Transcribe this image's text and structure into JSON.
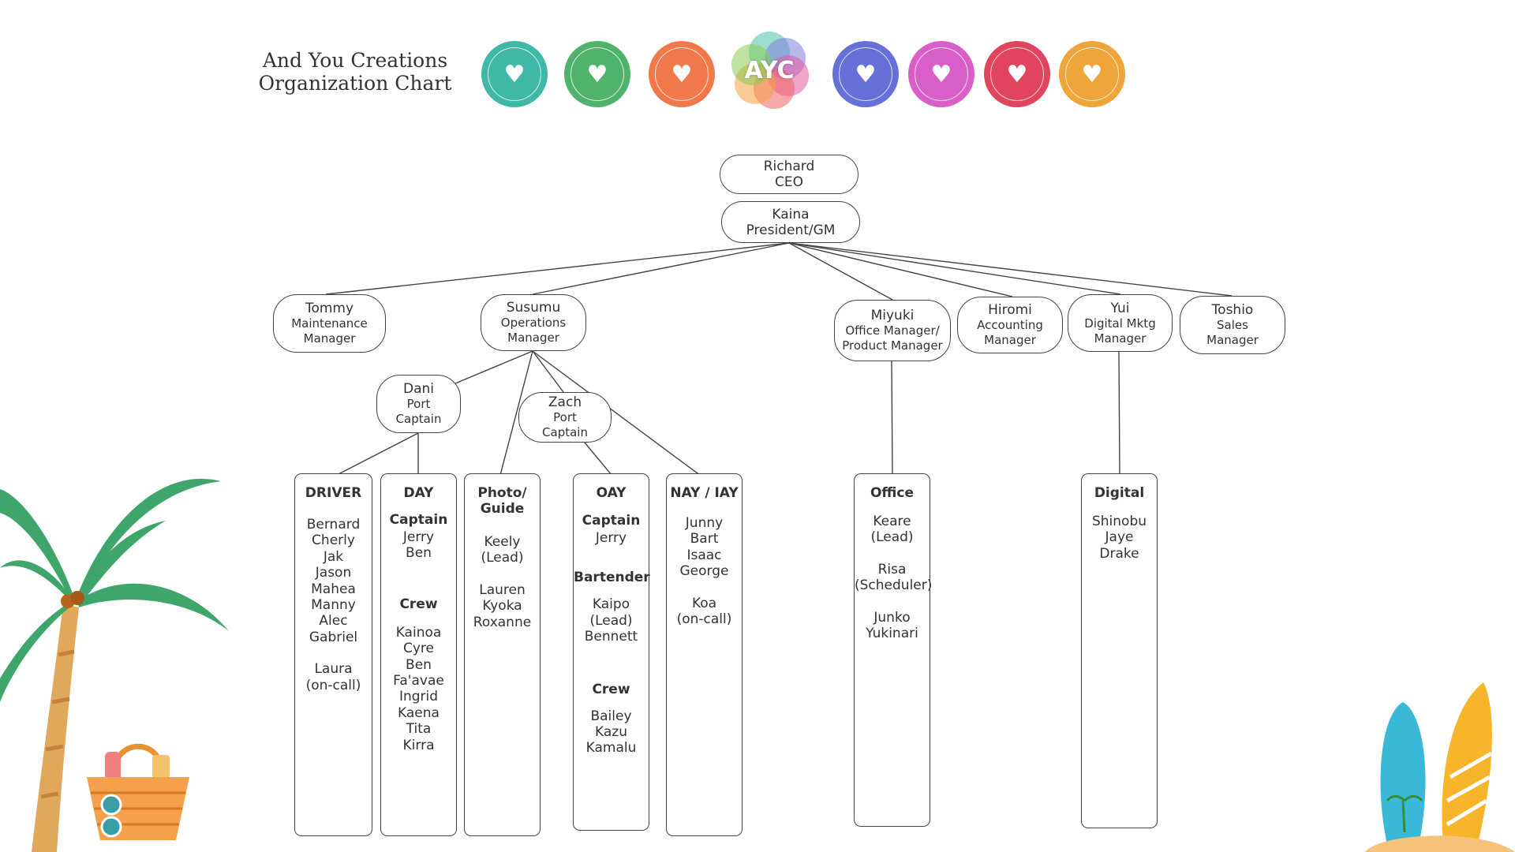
{
  "title": {
    "line1": "And You Creations",
    "line2": "Organization Chart"
  },
  "logo_text": "AYC",
  "badges": [
    {
      "name": "dolphins-badge",
      "color": "#3fb8a6",
      "icon": "♥"
    },
    {
      "name": "nature-badge",
      "color": "#4fb36c",
      "icon": "♥"
    },
    {
      "name": "island-badge",
      "color": "#f0784a",
      "icon": "♥"
    },
    {
      "name": "ocean-badge",
      "color": "#6770d8",
      "icon": "♥"
    },
    {
      "name": "dream-badge",
      "color": "#d85fc8",
      "icon": "♥"
    },
    {
      "name": "heart-badge",
      "color": "#e0445e",
      "icon": "♥"
    },
    {
      "name": "treasure-badge",
      "color": "#eea53a",
      "icon": "♥"
    }
  ],
  "ceo": {
    "name": "Richard",
    "role": "CEO"
  },
  "president": {
    "name": "Kaina",
    "role": "President/GM"
  },
  "managers": {
    "tommy": {
      "name": "Tommy",
      "role1": "Maintenance",
      "role2": "Manager"
    },
    "susumu": {
      "name": "Susumu",
      "role1": "Operations",
      "role2": "Manager"
    },
    "miyuki": {
      "name": "Miyuki",
      "role1": "Office Manager/",
      "role2": "Product Manager"
    },
    "hiromi": {
      "name": "Hiromi",
      "role1": "Accounting",
      "role2": "Manager"
    },
    "yui": {
      "name": "Yui",
      "role1": "Digital Mktg",
      "role2": "Manager"
    },
    "toshio": {
      "name": "Toshio",
      "role1": "Sales",
      "role2": "Manager"
    }
  },
  "captains": {
    "dani": {
      "name": "Dani",
      "role1": "Port",
      "role2": "Captain"
    },
    "zach": {
      "name": "Zach",
      "role1": "Port",
      "role2": "Captain"
    }
  },
  "teams": {
    "driver": {
      "title": "DRIVER",
      "members": [
        "Bernard",
        "Cherly",
        "Jak",
        "Jason",
        "Mahea",
        "Manny",
        "Alec",
        "Gabriel"
      ],
      "extra": [
        "Laura",
        "(on-call)"
      ]
    },
    "day": {
      "title": "DAY",
      "captain_label": "Captain",
      "captains": [
        "Jerry",
        "Ben"
      ],
      "crew_label": "Crew",
      "crew": [
        "Kainoa",
        "Cyre",
        "Ben",
        "Fa'avae",
        "Ingrid",
        "Kaena",
        "Tita",
        "Kirra"
      ]
    },
    "photo": {
      "title1": "Photo/",
      "title2": "Guide",
      "lead": [
        "Keely",
        "(Lead)"
      ],
      "members": [
        "Lauren",
        "Kyoka",
        "Roxanne"
      ]
    },
    "oay": {
      "title": "OAY",
      "captain_label": "Captain",
      "captains": [
        "Jerry"
      ],
      "bartender_label": "Bartender",
      "bartenders": [
        "Kaipo",
        "(Lead)",
        "Bennett"
      ],
      "crew_label": "Crew",
      "crew": [
        "Bailey",
        "Kazu",
        "Kamalu"
      ]
    },
    "nay": {
      "title": "NAY / IAY",
      "members": [
        "Junny",
        "Bart",
        "Isaac",
        "George"
      ],
      "extra": [
        "Koa",
        "(on-call)"
      ]
    },
    "office": {
      "title": "Office",
      "lead": [
        "Keare",
        "(Lead)"
      ],
      "scheduler": [
        "Risa",
        "(Scheduler)"
      ],
      "members": [
        "Junko",
        "Yukinari"
      ]
    },
    "digital": {
      "title": "Digital",
      "members": [
        "Shinobu",
        "Jaye",
        "Drake"
      ]
    }
  }
}
